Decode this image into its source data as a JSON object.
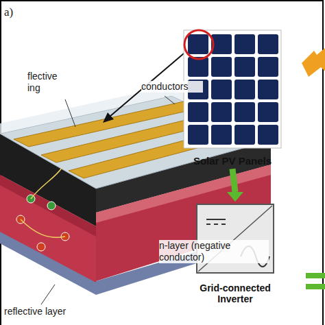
{
  "diagram": {
    "nodes": [
      {
        "text": [
          "Solar PV Panels"
        ]
      },
      {
        "text": [
          "Grid-connected Inverter"
        ]
      }
    ],
    "edges": [
      {
        "from": 0,
        "to": 1,
        "arrow": "to"
      }
    ],
    "labels": [
      "a)",
      "flective ing",
      "conductors",
      "n-layer (negative conductor)",
      "reflective layer"
    ]
  }
}
